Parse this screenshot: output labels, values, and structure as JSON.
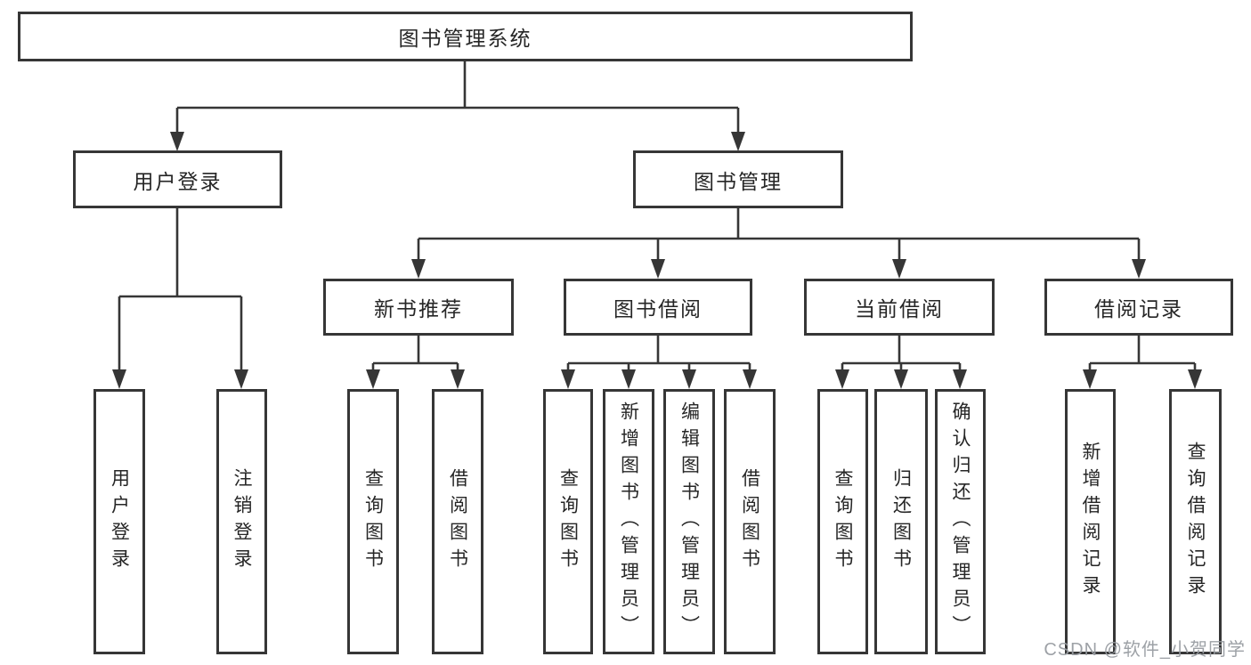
{
  "tree": {
    "root": {
      "label": "图书管理系统",
      "children": [
        {
          "label": "用户登录",
          "children": [
            {
              "label": "用户登录"
            },
            {
              "label": "注销登录"
            }
          ]
        },
        {
          "label": "图书管理",
          "children": [
            {
              "label": "新书推荐",
              "children": [
                {
                  "label": "查询图书"
                },
                {
                  "label": "借阅图书"
                }
              ]
            },
            {
              "label": "图书借阅",
              "children": [
                {
                  "label": "查询图书"
                },
                {
                  "label": "新增图书（管理员）"
                },
                {
                  "label": "编辑图书（管理员）"
                },
                {
                  "label": "借阅图书"
                }
              ]
            },
            {
              "label": "当前借阅",
              "children": [
                {
                  "label": "查询图书"
                },
                {
                  "label": "归还图书"
                },
                {
                  "label": "确认归还（管理员）"
                }
              ]
            },
            {
              "label": "借阅记录",
              "children": [
                {
                  "label": "新增借阅记录"
                },
                {
                  "label": "查询借阅记录"
                }
              ]
            }
          ]
        }
      ]
    }
  },
  "watermark": {
    "text": "CSDN @软件_小贺同学"
  },
  "colors": {
    "line": "#363636",
    "text": "#262626",
    "background": "#ffffff",
    "watermark": "#989ca1"
  }
}
